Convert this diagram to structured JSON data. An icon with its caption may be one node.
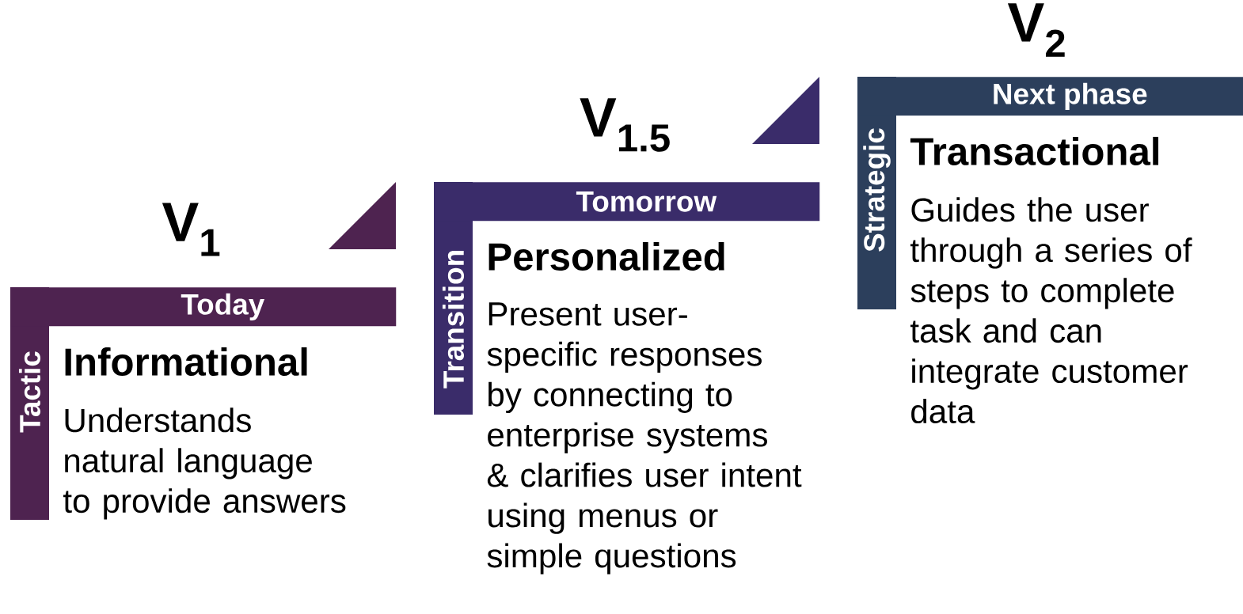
{
  "diagram": {
    "nodes": [
      {
        "text": [
          "Today",
          "Tactic",
          "Informational",
          "Understands natural language to provide answers"
        ]
      },
      {
        "text": [
          "Tomorrow",
          "Transition",
          "Personalized",
          "Present user-specific responses by connecting to enterprise systems & clarifies user intent using menus or simple questions"
        ]
      },
      {
        "text": [
          "Next phase",
          "Strategic",
          "Transactional",
          "Guides the user through a series of steps to complete task and can integrate customer data"
        ]
      }
    ],
    "labels": [
      "V$_{2}$",
      "V$_{1.5}$",
      "V$_{1}$"
    ]
  }
}
